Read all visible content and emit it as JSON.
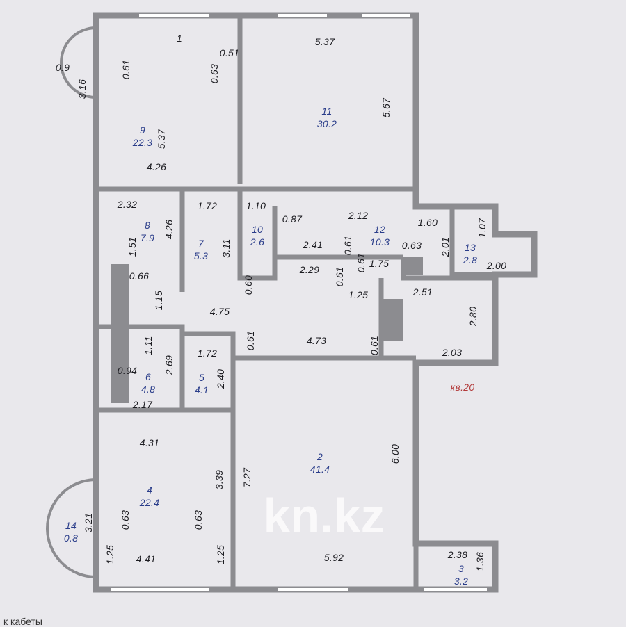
{
  "watermark": "kn.kz",
  "apartment_label": "кв.20",
  "footer_text": "к          кабеты",
  "rooms": [
    {
      "number": "9",
      "area": "22.3"
    },
    {
      "number": "11",
      "area": "30.2"
    },
    {
      "number": "8",
      "area": "7.9"
    },
    {
      "number": "7",
      "area": "5.3"
    },
    {
      "number": "10",
      "area": "2.6"
    },
    {
      "number": "12",
      "area": "10.3"
    },
    {
      "number": "13",
      "area": "2.8"
    },
    {
      "number": "6",
      "area": "4.8"
    },
    {
      "number": "5",
      "area": "4.1"
    },
    {
      "number": "2",
      "area": "41.4"
    },
    {
      "number": "4",
      "area": "22.4"
    },
    {
      "number": "14",
      "area": "0.8"
    },
    {
      "number": "3",
      "area": "3.2"
    }
  ],
  "dimensions": [
    "1",
    "0.9",
    "3.16",
    "0.61",
    "0.51",
    "0.63",
    "5.37",
    "4.26",
    "5.37",
    "5.67",
    "2.32",
    "1.72",
    "1.10",
    "0.87",
    "2.12",
    "1.60",
    "1.07",
    "4.26",
    "1.51",
    "0.66",
    "1.15",
    "3.11",
    "2.41",
    "0.61",
    "0.63",
    "2.01",
    "2.00",
    "2.29",
    "0.61",
    "0.61",
    "1.75",
    "0.60",
    "1.25",
    "2.51",
    "2.80",
    "4.75",
    "0.61",
    "4.73",
    "0.61",
    "2.03",
    "1.11",
    "2.69",
    "1.72",
    "0.94",
    "2.17",
    "2.40",
    "4.31",
    "6.00",
    "7.27",
    "3.39",
    "0.63",
    "0.63",
    "3.21",
    "1.25",
    "4.41",
    "1.25",
    "5.92",
    "2.38",
    "1.36"
  ],
  "colors": {
    "wall": "#8c8c90",
    "paper": "#e9e8ec",
    "room_text": "#2a3d8a",
    "apartment_marker": "#b23a3a"
  }
}
